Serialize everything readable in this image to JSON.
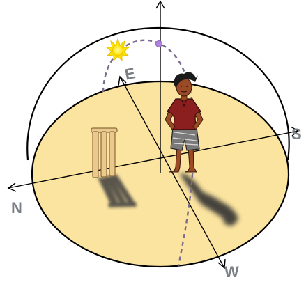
{
  "directions": {
    "north": "N",
    "east": "E",
    "south": "S",
    "west": "W"
  },
  "colors": {
    "ground": "#FBE3A0",
    "sky_outline": "#000000",
    "sun_path": "#7B6B8E",
    "noon_marker": "#B083E0",
    "sun": "#FFE400",
    "sun_rays": "#E8C000",
    "label": "#7A7F86",
    "wicket": "#EBC98C",
    "shadow": "#4A4A4A",
    "shirt": "#8B1E1E",
    "shorts": "#6E6E6E",
    "skin": "#9A4A24",
    "hair": "#1A1A1A"
  },
  "icons": {
    "sun": "sun-icon",
    "wicket": "cricket-stumps-icon",
    "person": "boy-standing-figure"
  }
}
